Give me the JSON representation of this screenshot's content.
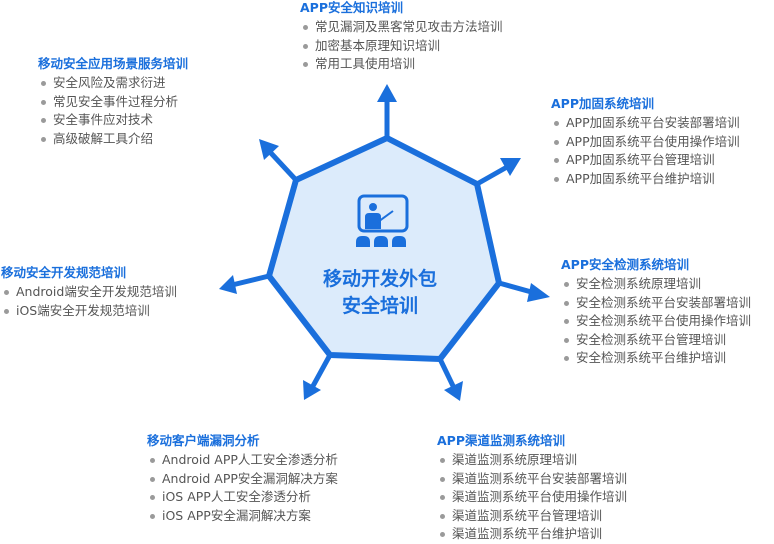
{
  "center": {
    "line1": "移动开发外包",
    "line2": "安全培训",
    "icon": "teacher-presentation-icon"
  },
  "colors": {
    "accent": "#1a6fdc",
    "center_fill": "#dcebfb",
    "text": "#555555",
    "bullet": "#9a9a9a"
  },
  "blocks": {
    "app_security_knowledge": {
      "title": "APP安全知识培训",
      "items": [
        "常见漏洞及黑客常见攻击方法培训",
        "加密基本原理知识培训",
        "常用工具使用培训"
      ]
    },
    "app_hardening": {
      "title": "APP加固系统培训",
      "items": [
        "APP加固系统平台安装部署培训",
        "APP加固系统平台使用操作培训",
        "APP加固系统平台管理培训",
        "APP加固系统平台维护培训"
      ]
    },
    "app_security_detection": {
      "title": "APP安全检测系统培训",
      "items": [
        "安全检测系统原理培训",
        "安全检测系统平台安装部署培训",
        "安全检测系统平台使用操作培训",
        "安全检测系统平台管理培训",
        "安全检测系统平台维护培训"
      ]
    },
    "app_channel_monitoring": {
      "title": "APP渠道监测系统培训",
      "items": [
        "渠道监测系统原理培训",
        "渠道监测系统平台安装部署培训",
        "渠道监测系统平台使用操作培训",
        "渠道监测系统平台管理培训",
        "渠道监测系统平台维护培训"
      ]
    },
    "mobile_client_vuln": {
      "title": "移动客户端漏洞分析",
      "items": [
        "Android APP人工安全渗透分析",
        "Android APP安全漏洞解决方案",
        "iOS APP人工安全渗透分析",
        "iOS APP安全漏洞解决方案"
      ]
    },
    "mobile_dev_spec": {
      "title": "移动安全开发规范培训",
      "items": [
        "Android端安全开发规范培训",
        "iOS端安全开发规范培训"
      ]
    },
    "mobile_scenario_service": {
      "title": "移动安全应用场景服务培训",
      "items": [
        "安全风险及需求衍进",
        "常见安全事件过程分析",
        "安全事件应对技术",
        "高级破解工具介绍"
      ]
    }
  }
}
